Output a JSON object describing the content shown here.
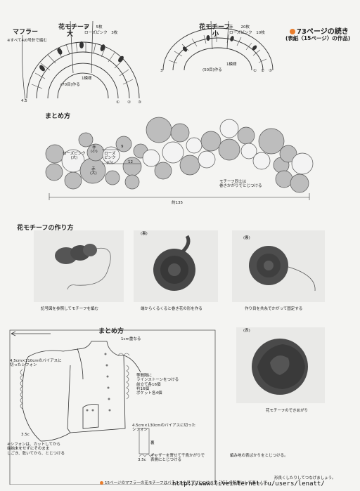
{
  "header": {
    "continuation_title": "73ページの続き",
    "continuation_sub": "(表紙〈15ページ〉の作品)"
  },
  "diagram_large": {
    "label_muffler": "マフラー",
    "title": "花モチーフ",
    "size": "大",
    "spec_line1": "赤　　5枚",
    "spec_line2": "ローズピンク　3枚",
    "note": "※すべて4/0号針で編む",
    "round_count": "(70目)作る",
    "row1": "1模様",
    "start": "4.5",
    "c1": "①",
    "c2": "②",
    "c3": "③"
  },
  "diagram_small": {
    "title": "花モチーフ",
    "size": "小",
    "spec_line1": "赤　　20枚",
    "spec_line2": "ローズピンク　10枚",
    "round_count": "(50目)作る",
    "row1": "1模様",
    "start": "3",
    "c1": "①",
    "c2": "②",
    "c3": "③"
  },
  "assembly": {
    "heading": "まとめ方",
    "label_rose_large_1": "ローズピンク",
    "label_rose_large_2": "(大)",
    "label_red_small_1": "赤",
    "label_red_small_2": "(小)",
    "label_rose_small_1": "ローズ",
    "label_rose_small_2": "ピンク",
    "label_rose_small_3": "(小)",
    "label_red_large_1": "赤",
    "label_red_large_2": "(大)",
    "dim_9": "9",
    "dim_12": "12",
    "note_join_1": "モチーフ同士は",
    "note_join_2": "巻きかがりでとじつける",
    "total_length": "約135"
  },
  "how_to": {
    "heading": "花モチーフの作り方",
    "caption1": "記号図を参照してモチーフを編む",
    "caption2": "端からくるくると巻き花の形を作る",
    "caption3": "作り目を共糸でかがって固定する",
    "photo2_tag": "(裏)",
    "photo3_tag": "(裏)",
    "photo4_tag": "(表)",
    "caption4": "花モチーフのできあがり"
  },
  "finish": {
    "heading": "まとめ方",
    "back_arrow": "",
    "gathers": "1cm重なる",
    "bias1_1": "4.5cm×110cmのバイアスに",
    "bias1_2": "切ったシフォン",
    "stones_1": "等間隔に",
    "stones_2": "ラインストーンをつける",
    "stones_3": "前立て各16個",
    "stones_4": "衿16個",
    "stones_5": "ポケット各4個",
    "bias2_1": "4.5cm×130cmのバイアスに切った",
    "bias2_2": "シフォン",
    "dim_35a": "3.5c",
    "dim_35b": "3.5c",
    "ura": "裏",
    "gather_note_1": "ギャザーを寄せて千鳥かがりで",
    "gather_note_2": "表側にとじつける",
    "chiffon_note_1": "※シフォンは、カットしてから",
    "chiffon_note_2": "端始末をせずにそのまま",
    "chiffon_note_3": "しごき、乾いてから、とじつける",
    "hidden_note": "　　編み地の表ばかりをとじつける。"
  },
  "footer": {
    "note": "15ページのマフラーの花モチーフはバランスを見てとじつけます。好みの配置にして楽しんで。",
    "note_cont": "形良くしたりしてつなげましょう。"
  },
  "watermark": "http://www.liveinternet.ru/users/lenatt/"
}
